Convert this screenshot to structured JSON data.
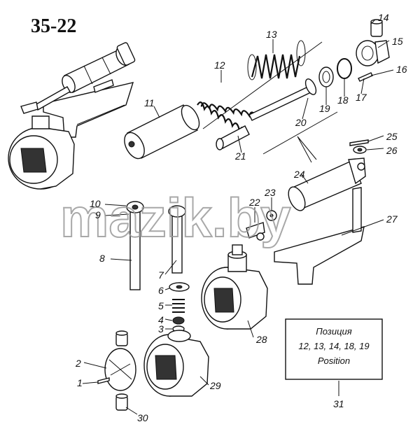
{
  "title": "35-22",
  "watermark": "mazik.by",
  "info_box": {
    "line1": "Позиция",
    "line2": "12, 13, 14, 18, 19",
    "line3": "Position"
  },
  "labels": [
    "1",
    "2",
    "3",
    "4",
    "5",
    "6",
    "7",
    "8",
    "9",
    "10",
    "11",
    "12",
    "13",
    "14",
    "15",
    "16",
    "17",
    "18",
    "19",
    "20",
    "21",
    "22",
    "23",
    "24",
    "25",
    "26",
    "27",
    "28",
    "29",
    "30",
    "31"
  ]
}
